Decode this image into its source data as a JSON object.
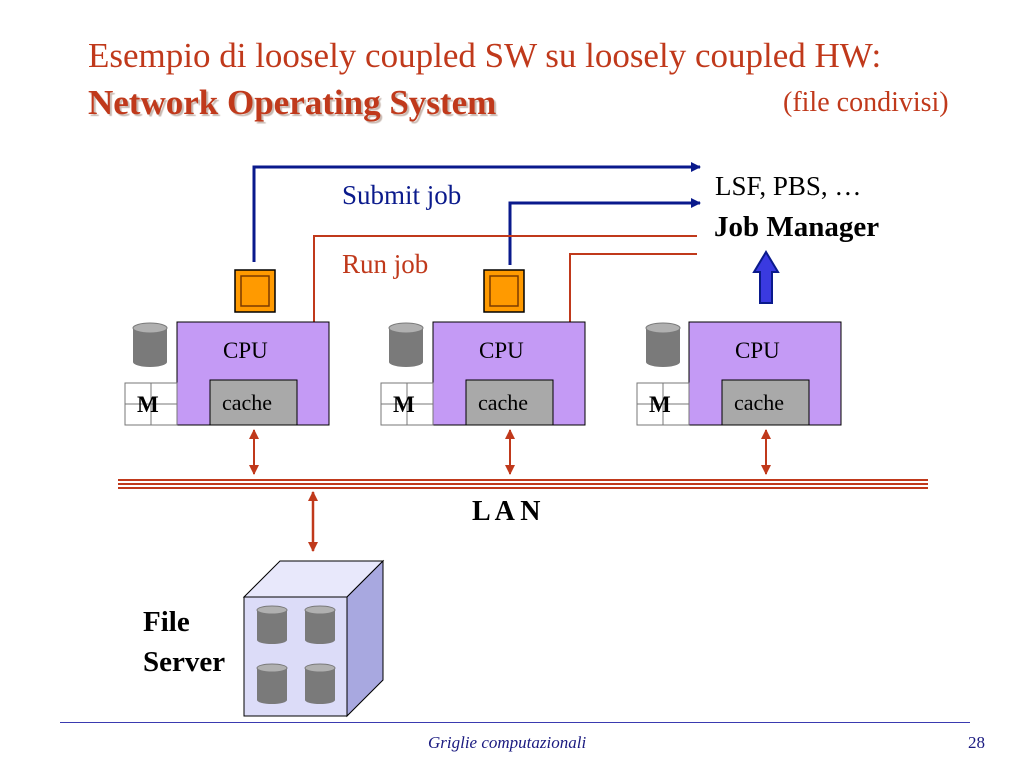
{
  "title": {
    "line1": "Esempio di loosely coupled SW su loosely coupled HW:",
    "line2_main": "Network Operating System",
    "line2_note": "(file condivisi)"
  },
  "diagram": {
    "lsf_label": "LSF, PBS, …",
    "job_manager_label": "Job Manager",
    "submit_job_label": "Submit job",
    "run_job_label": "Run job",
    "nodes": [
      {
        "cpu": "CPU",
        "cache": "cache",
        "memory": "M"
      },
      {
        "cpu": "CPU",
        "cache": "cache",
        "memory": "M"
      },
      {
        "cpu": "CPU",
        "cache": "cache",
        "memory": "M"
      }
    ],
    "lan_label": "L A N",
    "file_server_line1": "File",
    "file_server_line2": "Server"
  },
  "colors": {
    "title": "#c0391b",
    "submit_arrow": "#0a1a8c",
    "run_arrow": "#c0391b",
    "cpu_fill": "#c49af5",
    "cache_fill": "#a9a9a9",
    "terminal_fill": "#ff9a00",
    "lan": "#c0391b",
    "server_fill": "#d6d6f5"
  },
  "footer": {
    "text": "Griglie computazionali",
    "page": "28"
  }
}
